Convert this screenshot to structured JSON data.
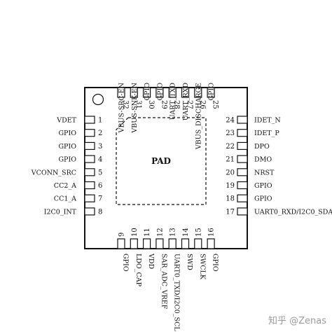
{
  "pad_label": "PAD",
  "watermark": "知乎 @Zenas",
  "pins_left": [
    {
      "num": "1",
      "name": "VDET"
    },
    {
      "num": "2",
      "name": "GPIO"
    },
    {
      "num": "3",
      "name": "GPIO"
    },
    {
      "num": "4",
      "name": "GPIO"
    },
    {
      "num": "5",
      "name": "VCONN_SRC"
    },
    {
      "num": "6",
      "name": "CC2_A"
    },
    {
      "num": "7",
      "name": "CC1_A"
    },
    {
      "num": "8",
      "name": "I2C0_INT"
    }
  ],
  "pins_bottom": [
    {
      "num": "9",
      "name": "GPIO"
    },
    {
      "num": "10",
      "name": "LDO_CAP"
    },
    {
      "num": "11",
      "name": "VDD"
    },
    {
      "num": "12",
      "name": "SAR_ADC_VREF"
    },
    {
      "num": "13",
      "name": "UART0_TXD/I2C0_SCL"
    },
    {
      "num": "14",
      "name": "SWD"
    },
    {
      "num": "15",
      "name": "SWCLK"
    },
    {
      "num": "16",
      "name": "GPIO"
    }
  ],
  "pins_right": [
    {
      "num": "24",
      "name": "IDET_N"
    },
    {
      "num": "23",
      "name": "IDET_P"
    },
    {
      "num": "22",
      "name": "DPO"
    },
    {
      "num": "21",
      "name": "DMO"
    },
    {
      "num": "20",
      "name": "NRST"
    },
    {
      "num": "19",
      "name": "GPIO"
    },
    {
      "num": "18",
      "name": "GPIO"
    },
    {
      "num": "17",
      "name": "UART0_RXD/I2C0_SDA"
    }
  ],
  "pins_top": [
    {
      "num": "32",
      "name": "VBUS-SRC-EN"
    },
    {
      "num": "31",
      "name": "VBUS-SNK-EN"
    },
    {
      "num": "30",
      "name": "GPIO"
    },
    {
      "num": "29",
      "name": "GPIO"
    },
    {
      "num": "28",
      "name": "UART_TXD"
    },
    {
      "num": "27",
      "name": "UART_RXD"
    },
    {
      "num": "26",
      "name": "VBUS_DISCHARGE"
    },
    {
      "num": "25",
      "name": "GPIO"
    }
  ]
}
